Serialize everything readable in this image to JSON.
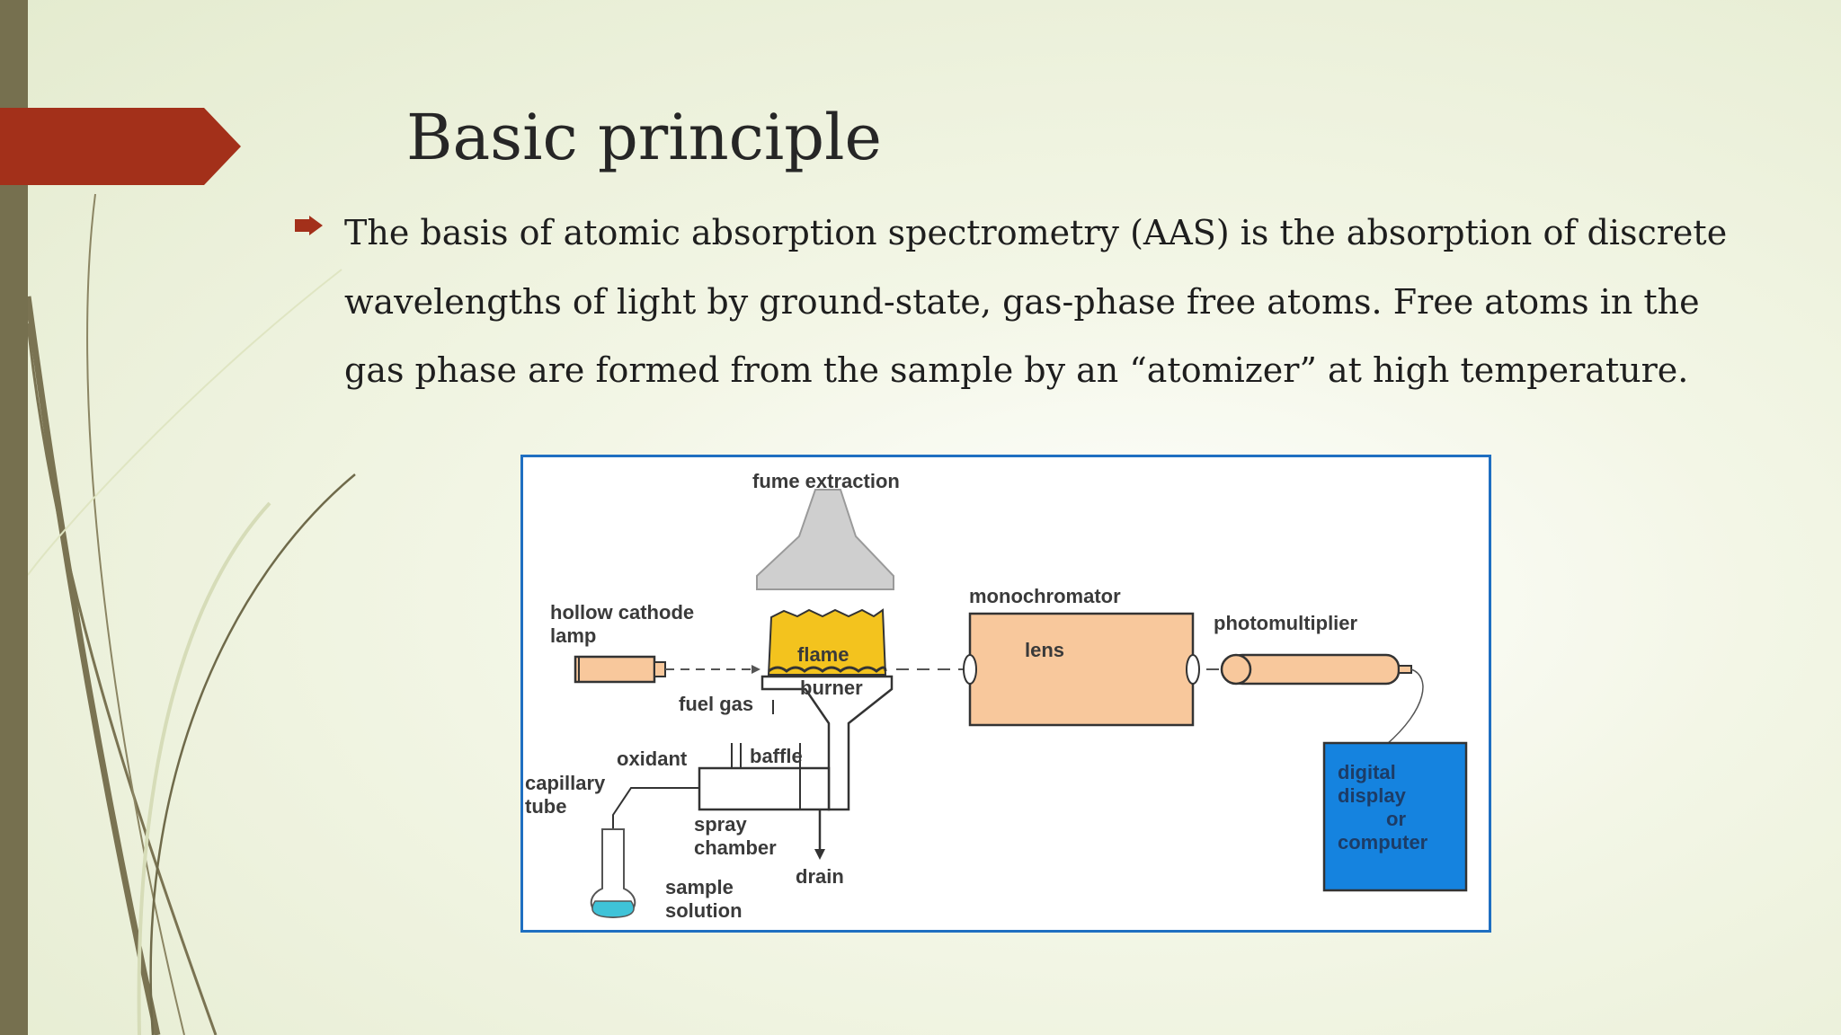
{
  "slide": {
    "title": "Basic principle",
    "bullet_text": "The basis of atomic absorption spectrometry (AAS) is the absorption of discrete wavelengths of light by ground-state, gas-phase free atoms. Free atoms in the gas phase are formed from the sample by an “atomizer” at high temperature.",
    "bullet_icon": "arrow-bullet-icon"
  },
  "colors": {
    "accent_arrow": "#a3301a",
    "left_bar": "#76704f",
    "frame_border": "#1f6fc1",
    "component_fill": "#f8c89c",
    "flame_fill": "#f3c31e",
    "display_fill": "#1583df",
    "hood_fill": "#cfcfcf",
    "solution_fill": "#3fc3d8"
  },
  "diagram": {
    "labels": {
      "fume_extraction": "fume extraction",
      "hollow_cathode_lamp_line1": "hollow cathode",
      "hollow_cathode_lamp_line2": "lamp",
      "flame": "flame",
      "burner": "burner",
      "fuel_gas": "fuel gas",
      "monochromator": "monochromator",
      "lens": "lens",
      "photomultiplier": "photomultiplier",
      "oxidant": "oxidant",
      "baffle": "baffle",
      "capillary_tube_line1": "capillary",
      "capillary_tube_line2": "tube",
      "spray_chamber_line1": "spray",
      "spray_chamber_line2": "chamber",
      "drain": "drain",
      "sample_solution_line1": "sample",
      "sample_solution_line2": "solution",
      "display_line1": "digital",
      "display_line2": "display",
      "display_line3": "or",
      "display_line4": "computer"
    }
  }
}
